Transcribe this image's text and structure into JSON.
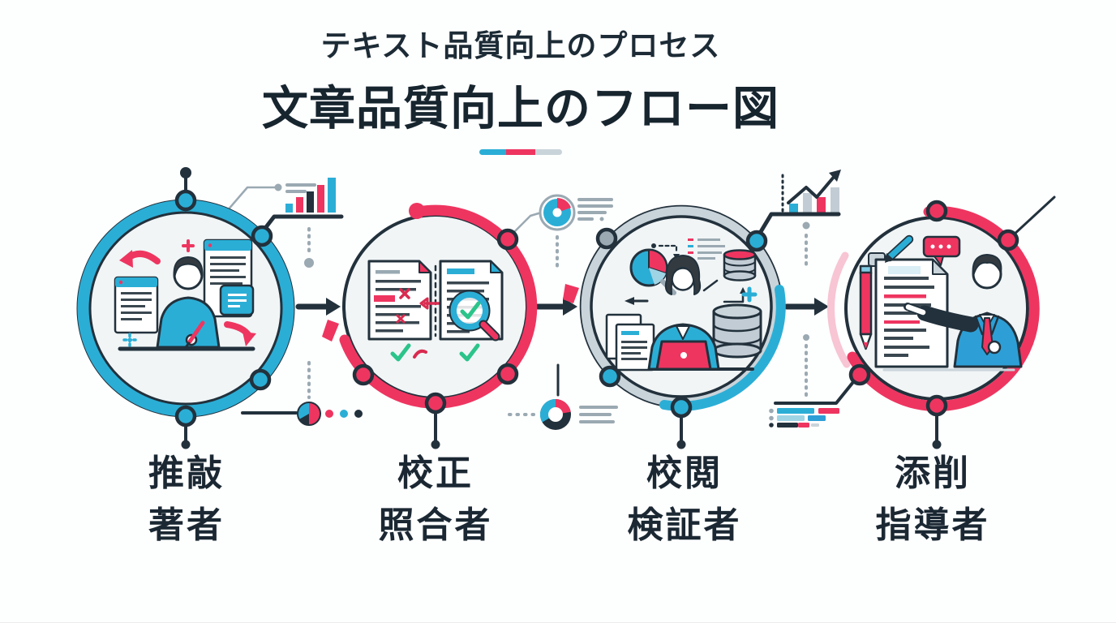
{
  "header": {
    "subtitle": "テキスト品質向上のプロセス",
    "title": "文章品質向上のフロー図"
  },
  "steps": [
    {
      "index": 1,
      "action": "推敲",
      "role": "著者",
      "illustration": "author-writing-at-desk-with-documents-and-revision-arrows",
      "ring_color": "#2baed6"
    },
    {
      "index": 2,
      "action": "校正",
      "role": "照合者",
      "illustration": "side-by-side-document-comparison-with-magnifier-checks-and-error-marks",
      "ring_color": "#ee3560"
    },
    {
      "index": 3,
      "action": "校閲",
      "role": "検証者",
      "illustration": "verifier-at-laptop-with-pie-chart-documents-and-databases",
      "ring_color": "#c9d4da"
    },
    {
      "index": 4,
      "action": "添削",
      "role": "指導者",
      "illustration": "instructor-pointing-at-annotated-document-with-pencils-and-speech-bubble",
      "ring_color": "#ee3560"
    }
  ],
  "decorations": [
    {
      "name": "ascending-bar-chart-icon",
      "position": "above step 1-2 gap"
    },
    {
      "name": "dotted-drop-line-icon",
      "position": "between step 1 and 2"
    },
    {
      "name": "pie-with-dots-icon",
      "position": "below step 1-2 gap"
    },
    {
      "name": "donut-chart-icon",
      "position": "above step 2-3 gap"
    },
    {
      "name": "segmented-donut-chart-icon",
      "position": "below step 2-3 gap"
    },
    {
      "name": "trend-line-chart-icon",
      "position": "above step 3-4 gap"
    },
    {
      "name": "gantt-bars-icon",
      "position": "below step 3-4 gap"
    },
    {
      "name": "flow-arrow-icon",
      "count": 3
    }
  ],
  "colors": {
    "cyan": "#2baed6",
    "pink": "#ee3560",
    "dark": "#22313c",
    "gray": "#c9d4da",
    "green": "#2bc48a",
    "bg": "#fdfefe"
  },
  "accent_bar_colors": [
    "#2baed6",
    "#ee3560",
    "#c9d4da"
  ]
}
